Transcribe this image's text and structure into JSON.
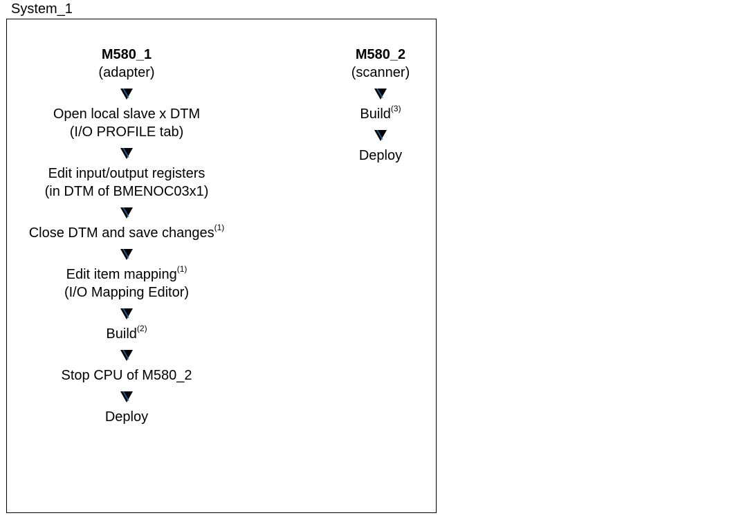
{
  "system_title": "System_1",
  "left": {
    "name": "M580_1",
    "role": "(adapter)",
    "steps": [
      {
        "lines": [
          "Open local slave x DTM",
          "(I/O PROFILE tab)"
        ],
        "note": ""
      },
      {
        "lines": [
          "Edit input/output registers",
          "(in DTM of BMENOC03x1)"
        ],
        "note": ""
      },
      {
        "lines": [
          "Close DTM and save changes"
        ],
        "note": "(1)"
      },
      {
        "lines": [
          "Edit item mapping",
          "(I/O Mapping Editor)"
        ],
        "note": "(1)"
      },
      {
        "lines": [
          "Build"
        ],
        "note": "(2)"
      },
      {
        "lines": [
          "Stop CPU of M580_2"
        ],
        "note": ""
      },
      {
        "lines": [
          "Deploy"
        ],
        "note": ""
      }
    ]
  },
  "right": {
    "name": "M580_2",
    "role": "(scanner)",
    "steps": [
      {
        "lines": [
          "Build"
        ],
        "note": "(3)"
      },
      {
        "lines": [
          "Deploy"
        ],
        "note": ""
      }
    ]
  },
  "arrow_color": "#000000"
}
